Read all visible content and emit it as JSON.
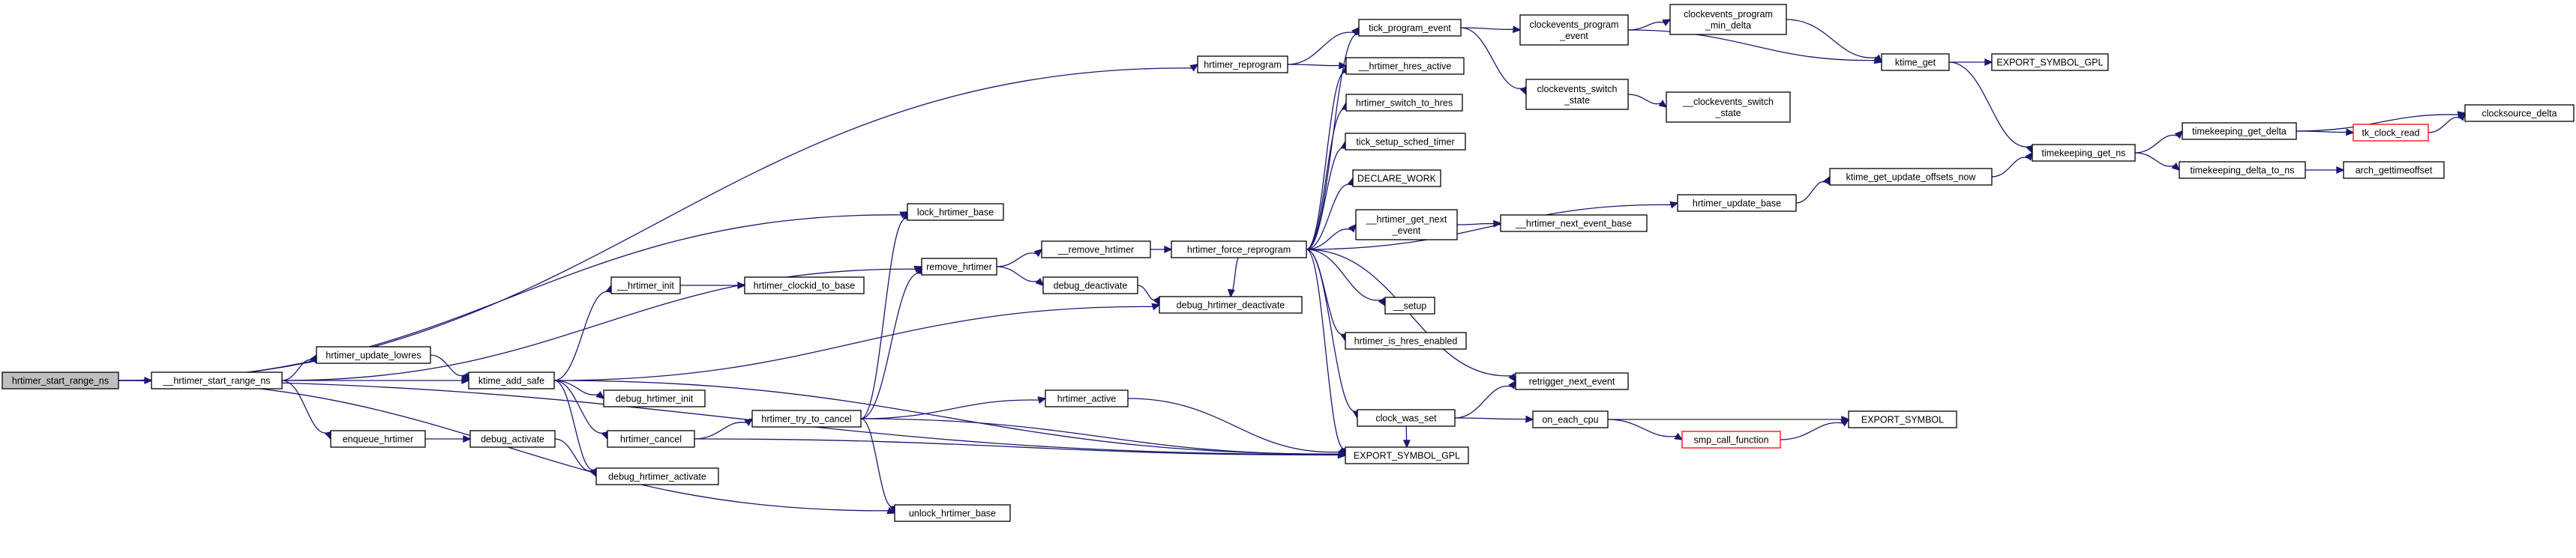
{
  "graph": {
    "title": "",
    "colors": {
      "edge": "#191970",
      "node_border": "#000000",
      "root_fill": "#bfbfbf",
      "truncated_border": "#ff0000"
    },
    "nodes": [
      {
        "id": "n0",
        "lines": [
          "hrtimer_start_range_ns"
        ],
        "root": true
      },
      {
        "id": "n1",
        "lines": [
          "__hrtimer_start_range_ns"
        ]
      },
      {
        "id": "n2",
        "lines": [
          "hrtimer_reprogram"
        ]
      },
      {
        "id": "n3",
        "lines": [
          "lock_hrtimer_base"
        ]
      },
      {
        "id": "n4",
        "lines": [
          "unlock_hrtimer_base"
        ]
      },
      {
        "id": "n5",
        "lines": [
          "EXPORT_SYMBOL_GPL"
        ]
      },
      {
        "id": "n6",
        "lines": [
          "remove_hrtimer"
        ]
      },
      {
        "id": "n7",
        "lines": [
          "hrtimer_update_lowres"
        ]
      },
      {
        "id": "n8",
        "lines": [
          "ktime_add_safe"
        ]
      },
      {
        "id": "n9",
        "lines": [
          "enqueue_hrtimer"
        ]
      },
      {
        "id": "n10",
        "lines": [
          "__hrtimer_init"
        ]
      },
      {
        "id": "n11",
        "lines": [
          "hrtimer_clockid_to_base"
        ]
      },
      {
        "id": "n12",
        "lines": [
          "debug_hrtimer_init"
        ]
      },
      {
        "id": "n13",
        "lines": [
          "hrtimer_cancel"
        ]
      },
      {
        "id": "n14",
        "lines": [
          "debug_hrtimer_activate"
        ]
      },
      {
        "id": "n15",
        "lines": [
          "debug_activate"
        ]
      },
      {
        "id": "n16",
        "lines": [
          "hrtimer_try_to_cancel"
        ]
      },
      {
        "id": "n17",
        "lines": [
          "hrtimer_active"
        ]
      },
      {
        "id": "n18",
        "lines": [
          "__remove_hrtimer"
        ]
      },
      {
        "id": "n19",
        "lines": [
          "debug_deactivate"
        ]
      },
      {
        "id": "n20",
        "lines": [
          "debug_hrtimer_deactivate"
        ]
      },
      {
        "id": "n21",
        "lines": [
          "hrtimer_force_reprogram"
        ]
      },
      {
        "id": "n22",
        "lines": [
          "tick_program_event"
        ]
      },
      {
        "id": "n23",
        "lines": [
          "__hrtimer_hres_active"
        ]
      },
      {
        "id": "n24",
        "lines": [
          "hrtimer_switch_to_hres"
        ]
      },
      {
        "id": "n25",
        "lines": [
          "tick_setup_sched_timer"
        ]
      },
      {
        "id": "n26",
        "lines": [
          "DECLARE_WORK"
        ]
      },
      {
        "id": "n27",
        "lines": [
          "__hrtimer_get_next",
          "_event"
        ]
      },
      {
        "id": "n28",
        "lines": [
          "__setup"
        ]
      },
      {
        "id": "n29",
        "lines": [
          "hrtimer_is_hres_enabled"
        ]
      },
      {
        "id": "n30",
        "lines": [
          "clock_was_set"
        ]
      },
      {
        "id": "n31",
        "lines": [
          "clockevents_program",
          "_event"
        ]
      },
      {
        "id": "n32",
        "lines": [
          "clockevents_switch",
          "_state"
        ]
      },
      {
        "id": "n33",
        "lines": [
          "clockevents_program",
          "_min_delta"
        ]
      },
      {
        "id": "n34",
        "lines": [
          "__clockevents_switch",
          "_state"
        ]
      },
      {
        "id": "n35",
        "lines": [
          "ktime_get"
        ]
      },
      {
        "id": "n36",
        "lines": [
          "EXPORT_SYMBOL_GPL"
        ]
      },
      {
        "id": "n37",
        "lines": [
          "__hrtimer_next_event_base"
        ]
      },
      {
        "id": "n38",
        "lines": [
          "hrtimer_update_base"
        ]
      },
      {
        "id": "n39",
        "lines": [
          "ktime_get_update_offsets_now"
        ]
      },
      {
        "id": "n40",
        "lines": [
          "timekeeping_get_ns"
        ]
      },
      {
        "id": "n41",
        "lines": [
          "timekeeping_get_delta"
        ]
      },
      {
        "id": "n42",
        "lines": [
          "tk_clock_read"
        ],
        "truncated": true
      },
      {
        "id": "n43",
        "lines": [
          "clocksource_delta"
        ]
      },
      {
        "id": "n44",
        "lines": [
          "timekeeping_delta_to_ns"
        ]
      },
      {
        "id": "n45",
        "lines": [
          "arch_gettimeoffset"
        ]
      },
      {
        "id": "n46",
        "lines": [
          "retrigger_next_event"
        ]
      },
      {
        "id": "n47",
        "lines": [
          "on_each_cpu"
        ]
      },
      {
        "id": "n48",
        "lines": [
          "smp_call_function"
        ],
        "truncated": true
      },
      {
        "id": "n49",
        "lines": [
          "EXPORT_SYMBOL"
        ]
      }
    ],
    "edges": [
      [
        "n0",
        "n1"
      ],
      [
        "n0",
        "n2"
      ],
      [
        "n0",
        "n3"
      ],
      [
        "n0",
        "n4"
      ],
      [
        "n0",
        "n5"
      ],
      [
        "n1",
        "n6"
      ],
      [
        "n1",
        "n7"
      ],
      [
        "n1",
        "n8"
      ],
      [
        "n1",
        "n9"
      ],
      [
        "n7",
        "n8"
      ],
      [
        "n8",
        "n10"
      ],
      [
        "n8",
        "n12"
      ],
      [
        "n8",
        "n13"
      ],
      [
        "n8",
        "n14"
      ],
      [
        "n8",
        "n20"
      ],
      [
        "n8",
        "n5"
      ],
      [
        "n10",
        "n11"
      ],
      [
        "n9",
        "n15"
      ],
      [
        "n15",
        "n14"
      ],
      [
        "n13",
        "n16"
      ],
      [
        "n13",
        "n5"
      ],
      [
        "n16",
        "n3"
      ],
      [
        "n16",
        "n4"
      ],
      [
        "n16",
        "n6"
      ],
      [
        "n16",
        "n17"
      ],
      [
        "n16",
        "n5"
      ],
      [
        "n17",
        "n5"
      ],
      [
        "n6",
        "n18"
      ],
      [
        "n6",
        "n19"
      ],
      [
        "n18",
        "n21"
      ],
      [
        "n19",
        "n20"
      ],
      [
        "n2",
        "n22"
      ],
      [
        "n2",
        "n23"
      ],
      [
        "n21",
        "n22"
      ],
      [
        "n21",
        "n23"
      ],
      [
        "n21",
        "n24"
      ],
      [
        "n21",
        "n25"
      ],
      [
        "n21",
        "n26"
      ],
      [
        "n21",
        "n27"
      ],
      [
        "n21",
        "n28"
      ],
      [
        "n21",
        "n29"
      ],
      [
        "n21",
        "n30"
      ],
      [
        "n21",
        "n46"
      ],
      [
        "n21",
        "n38"
      ],
      [
        "n21",
        "n20"
      ],
      [
        "n21",
        "n5"
      ],
      [
        "n22",
        "n31"
      ],
      [
        "n22",
        "n32"
      ],
      [
        "n31",
        "n33"
      ],
      [
        "n31",
        "n35"
      ],
      [
        "n33",
        "n35"
      ],
      [
        "n32",
        "n34"
      ],
      [
        "n35",
        "n36"
      ],
      [
        "n35",
        "n40"
      ],
      [
        "n27",
        "n37"
      ],
      [
        "n38",
        "n39"
      ],
      [
        "n39",
        "n40"
      ],
      [
        "n40",
        "n41"
      ],
      [
        "n40",
        "n44"
      ],
      [
        "n41",
        "n42"
      ],
      [
        "n41",
        "n43"
      ],
      [
        "n42",
        "n43"
      ],
      [
        "n44",
        "n45"
      ],
      [
        "n30",
        "n46"
      ],
      [
        "n30",
        "n47"
      ],
      [
        "n30",
        "n5"
      ],
      [
        "n47",
        "n48"
      ],
      [
        "n47",
        "n49"
      ],
      [
        "n48",
        "n49"
      ]
    ]
  }
}
